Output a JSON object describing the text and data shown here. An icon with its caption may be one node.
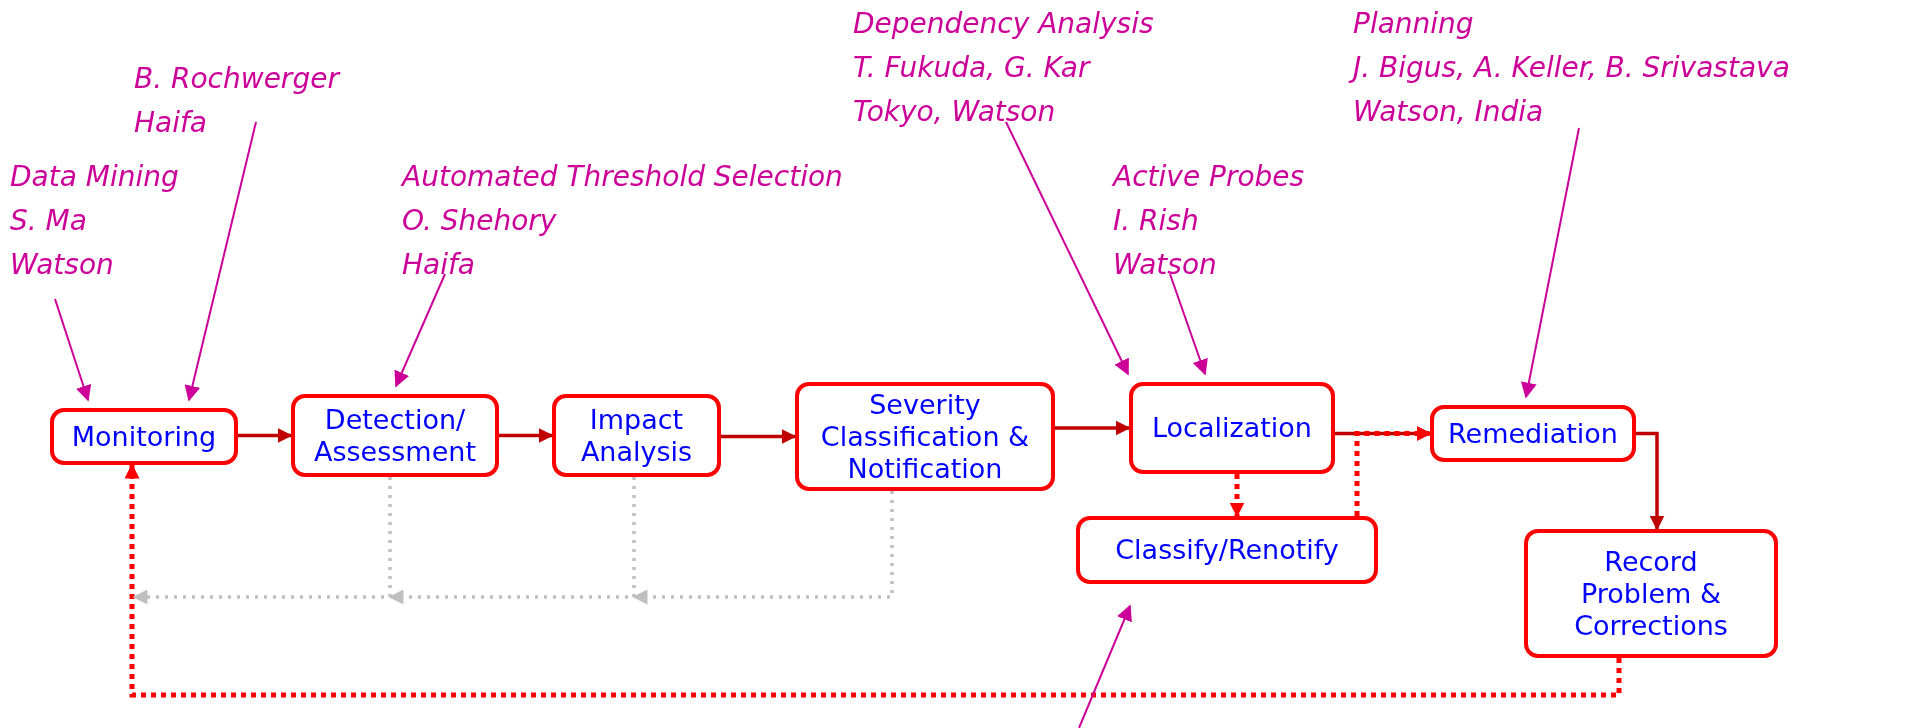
{
  "diagram": {
    "nodes": [
      {
        "text": [
          "Dependency Analysis",
          "T. Fukuda, G. Kar",
          "Tokyo, Watson"
        ]
      },
      {
        "text": [
          "Planning",
          "J. Bigus, A. Keller, B. Srivastava",
          "Watson, India"
        ]
      },
      {
        "text": [
          "B. Rochwerger",
          "Haifa"
        ]
      },
      {
        "text": [
          "Data Mining",
          "S. Ma",
          "Watson"
        ]
      },
      {
        "text": [
          "Automated Threshold Selection",
          "O. Shehory",
          "Haifa"
        ]
      },
      {
        "text": [
          "Active Probes",
          "I. Rish",
          "Watson"
        ]
      },
      {
        "text": [
          "Monitoring"
        ]
      },
      {
        "text": [
          "Detection/ Assessment"
        ]
      },
      {
        "text": [
          "Impact Analysis"
        ]
      },
      {
        "text": [
          "Severity Classification & Notification"
        ]
      },
      {
        "text": [
          "Localization"
        ]
      },
      {
        "text": [
          "Remediation"
        ]
      },
      {
        "text": [
          "Classify/Renotify"
        ]
      },
      {
        "text": [
          "Record Problem & Corrections"
        ]
      }
    ],
    "edges": [
      {
        "from": 6,
        "to": 7,
        "arrow": "to",
        "color": "#c00000"
      },
      {
        "from": 7,
        "to": 8,
        "arrow": "to",
        "color": "#c00000"
      },
      {
        "from": 8,
        "to": 9,
        "arrow": "to",
        "color": "#c00000"
      },
      {
        "from": 9,
        "to": 10,
        "arrow": "to",
        "color": "#c00000"
      },
      {
        "from": 10,
        "to": 11,
        "arrow": "to",
        "color": "#c00000"
      },
      {
        "from": 11,
        "to": 13,
        "arrow": "to",
        "color": "#c00000"
      },
      {
        "from": 10,
        "to": 12,
        "arrow": "to",
        "style": "dashed",
        "color": "#ff0000"
      },
      {
        "from": 12,
        "to": 11,
        "arrow": "to",
        "style": "dashed",
        "color": "#ff0000"
      },
      {
        "from": 13,
        "to": 6,
        "arrow": "to",
        "style": "dashed",
        "color": "#ff0000"
      },
      {
        "from": 9,
        "to": 8,
        "arrow": "to",
        "style": "dashed",
        "color": "#bfbfbf"
      },
      {
        "from": 8,
        "to": 7,
        "arrow": "to",
        "style": "dashed",
        "color": "#bfbfbf"
      },
      {
        "from": 7,
        "to": 6,
        "arrow": "to",
        "style": "dashed",
        "color": "#bfbfbf"
      },
      {
        "from": 3,
        "to": 6,
        "arrow": "to",
        "color": "#cc0099"
      },
      {
        "from": 2,
        "to": 6,
        "arrow": "to",
        "color": "#cc0099"
      },
      {
        "from": 4,
        "to": 7,
        "arrow": "to",
        "color": "#cc0099"
      },
      {
        "from": 0,
        "to": 10,
        "arrow": "to",
        "color": "#cc0099"
      },
      {
        "from": 5,
        "to": 10,
        "arrow": "to",
        "color": "#cc0099"
      },
      {
        "from": 1,
        "to": 11,
        "arrow": "to",
        "color": "#cc0099"
      },
      {
        "from": null,
        "to": 12,
        "arrow": "to",
        "color": "#cc0099"
      }
    ]
  }
}
